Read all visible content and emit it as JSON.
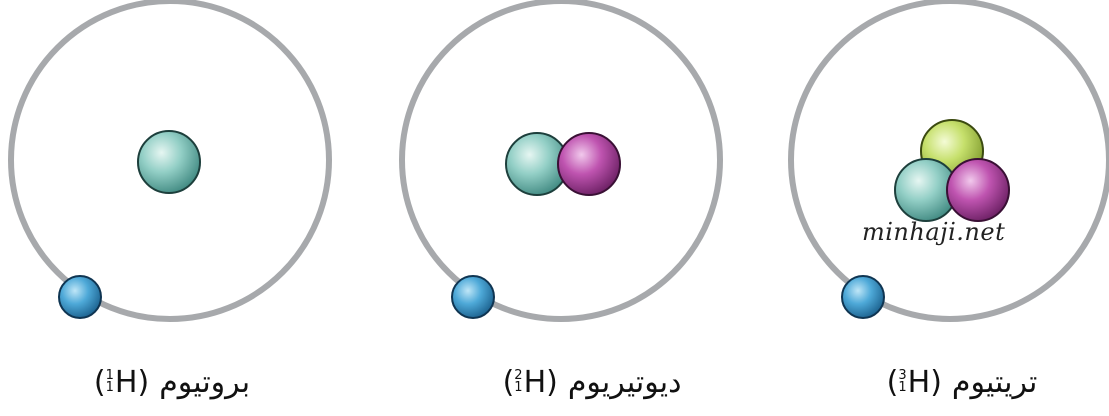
{
  "isotopes": [
    {
      "name": "بروتيوم",
      "symbol": "H",
      "mass_number": "1",
      "atomic_number": "1",
      "nucleus": [
        "proton"
      ]
    },
    {
      "name": "ديوتيريوم",
      "symbol": "H",
      "mass_number": "2",
      "atomic_number": "1",
      "nucleus": [
        "proton",
        "neutron"
      ]
    },
    {
      "name": "تريتيوم",
      "symbol": "H",
      "mass_number": "3",
      "atomic_number": "1",
      "nucleus": [
        "proton",
        "neutron",
        "neutron-2"
      ]
    }
  ],
  "watermark": "minhaji.net",
  "colors": {
    "orbit": "#a7a9ac",
    "electron": "#2f8fc4",
    "proton": "#86c5bd",
    "neutron": "#b040a0",
    "third_particle": "#b8d65a"
  }
}
